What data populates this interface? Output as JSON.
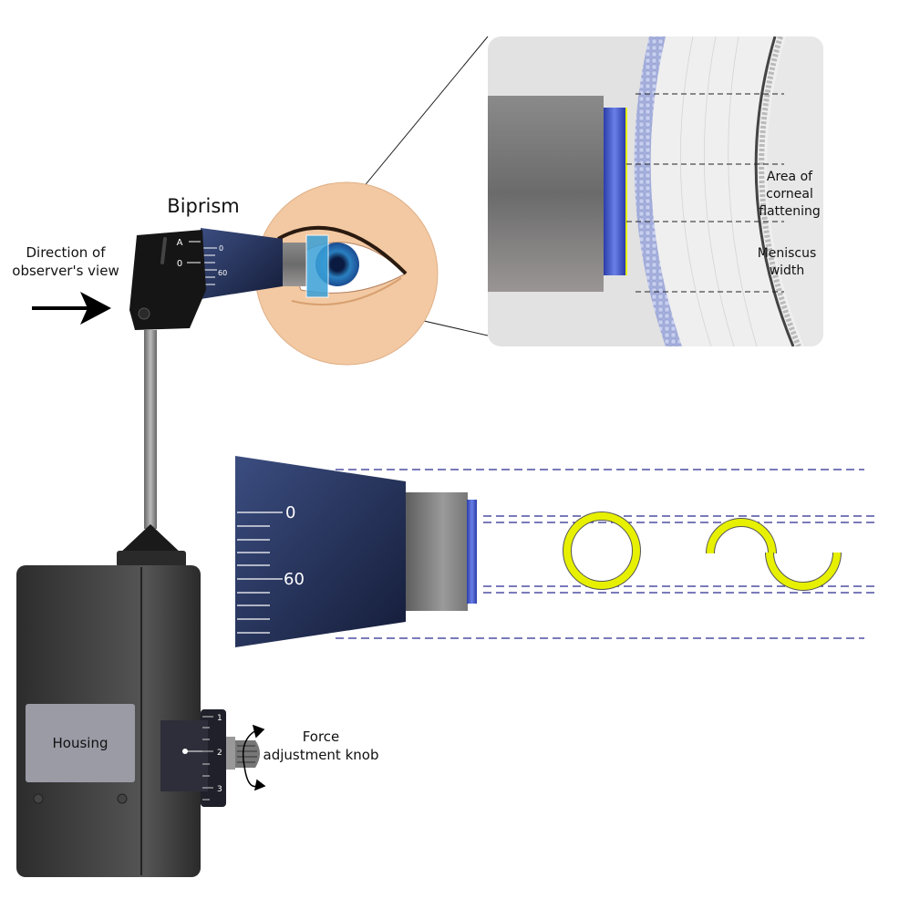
{
  "labels": {
    "observer_line1": "Direction of",
    "observer_line2": "observer's view",
    "biprism": "Biprism",
    "housing": "Housing",
    "knob_line1": "Force",
    "knob_line2": "adjustment knob",
    "area_line1": "Area of",
    "area_line2": "corneal",
    "area_line3": "flattening",
    "meniscus_line1": "Meniscus",
    "meniscus_line2": "width"
  },
  "scales": {
    "head_a": "A",
    "head_0": "0",
    "small_cone_0": "0",
    "small_cone_60": "60",
    "big_cone_0": "0",
    "big_cone_60": "60",
    "knob_1": "1",
    "knob_2": "2",
    "knob_3": "3"
  },
  "colors": {
    "cone_blue": "#2a3a66",
    "prism_blue": "#3d52c4",
    "mire_yellow": "#e6f000",
    "dash_blue": "#2a2a90",
    "housing_dark": "#3a3a3a",
    "skin": "#f2c9a2"
  }
}
